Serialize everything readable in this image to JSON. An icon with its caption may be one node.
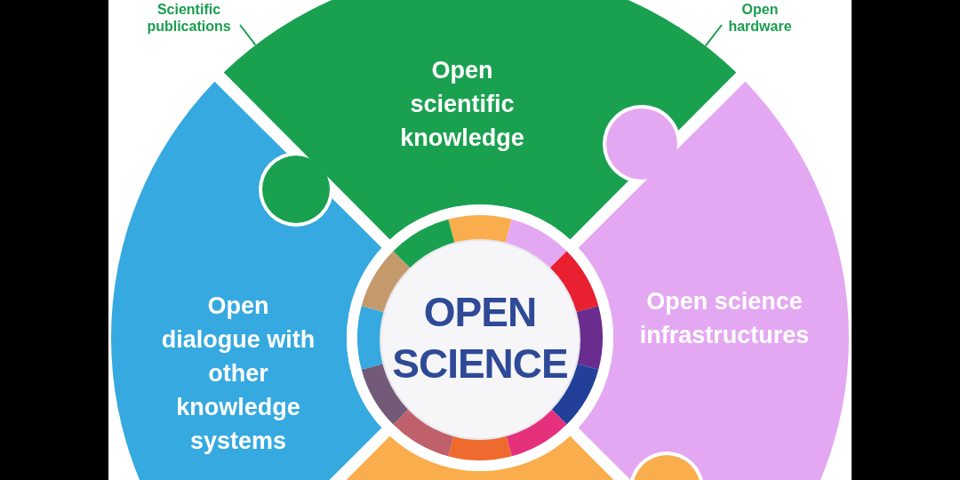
{
  "diagram": {
    "nodes": [
      {
        "text": [
          "Scientific publications"
        ]
      },
      {
        "text": [
          "Open hardware"
        ]
      },
      {
        "text": [
          "Open scientific knowledge"
        ]
      },
      {
        "text": [
          "Open dialogue with other knowledge systems"
        ]
      },
      {
        "text": [
          "Open science infrastructures"
        ]
      },
      {
        "text": [],
        "shape": "box"
      },
      {
        "text": [
          "OPEN SCIENCE"
        ]
      }
    ],
    "edges": [
      {
        "from": 0,
        "to": 2,
        "arrow": "none"
      },
      {
        "from": 1,
        "to": 2,
        "arrow": "none"
      }
    ]
  }
}
